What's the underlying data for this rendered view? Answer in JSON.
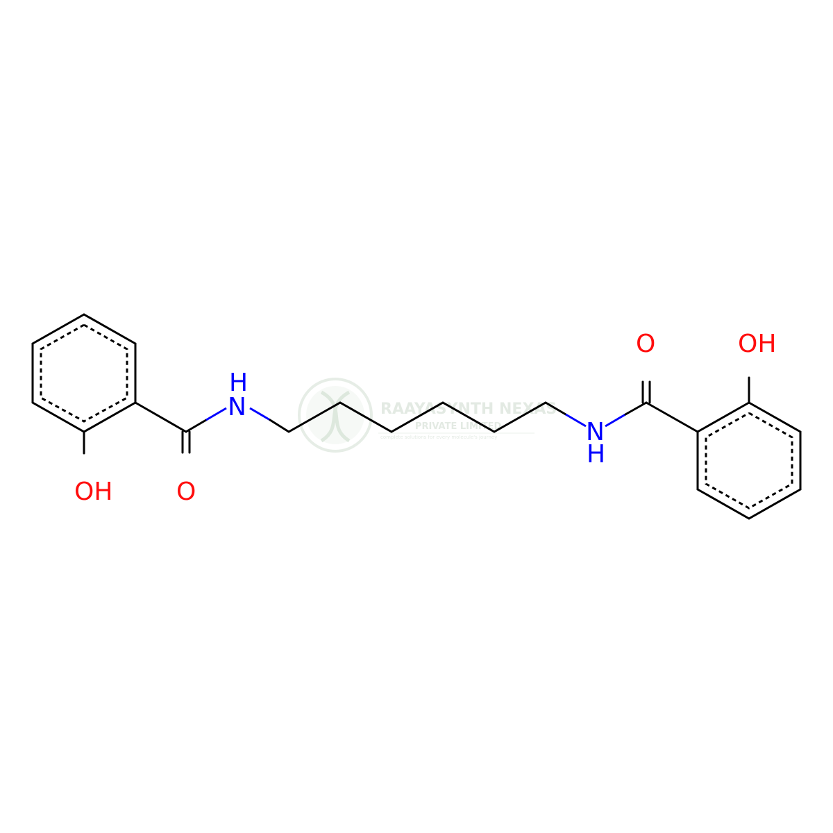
{
  "molecule": {
    "atoms": {
      "left_oh": "OH",
      "left_carbonyl_o": "O",
      "left_nh": "H",
      "left_n": "N",
      "right_carbonyl_o": "O",
      "right_oh": "OH",
      "right_n": "N",
      "right_nh": "H"
    },
    "colors": {
      "carbon_bond": "#000000",
      "oxygen": "#ff0d0d",
      "nitrogen": "#0000ff",
      "watermark": "#c8d8c8"
    }
  },
  "watermark": {
    "name": "RAAYASYNTH NEXAS",
    "subtitle": "PRIVATE LIMITED",
    "tagline": "complete solutions for every molecule's journey"
  }
}
